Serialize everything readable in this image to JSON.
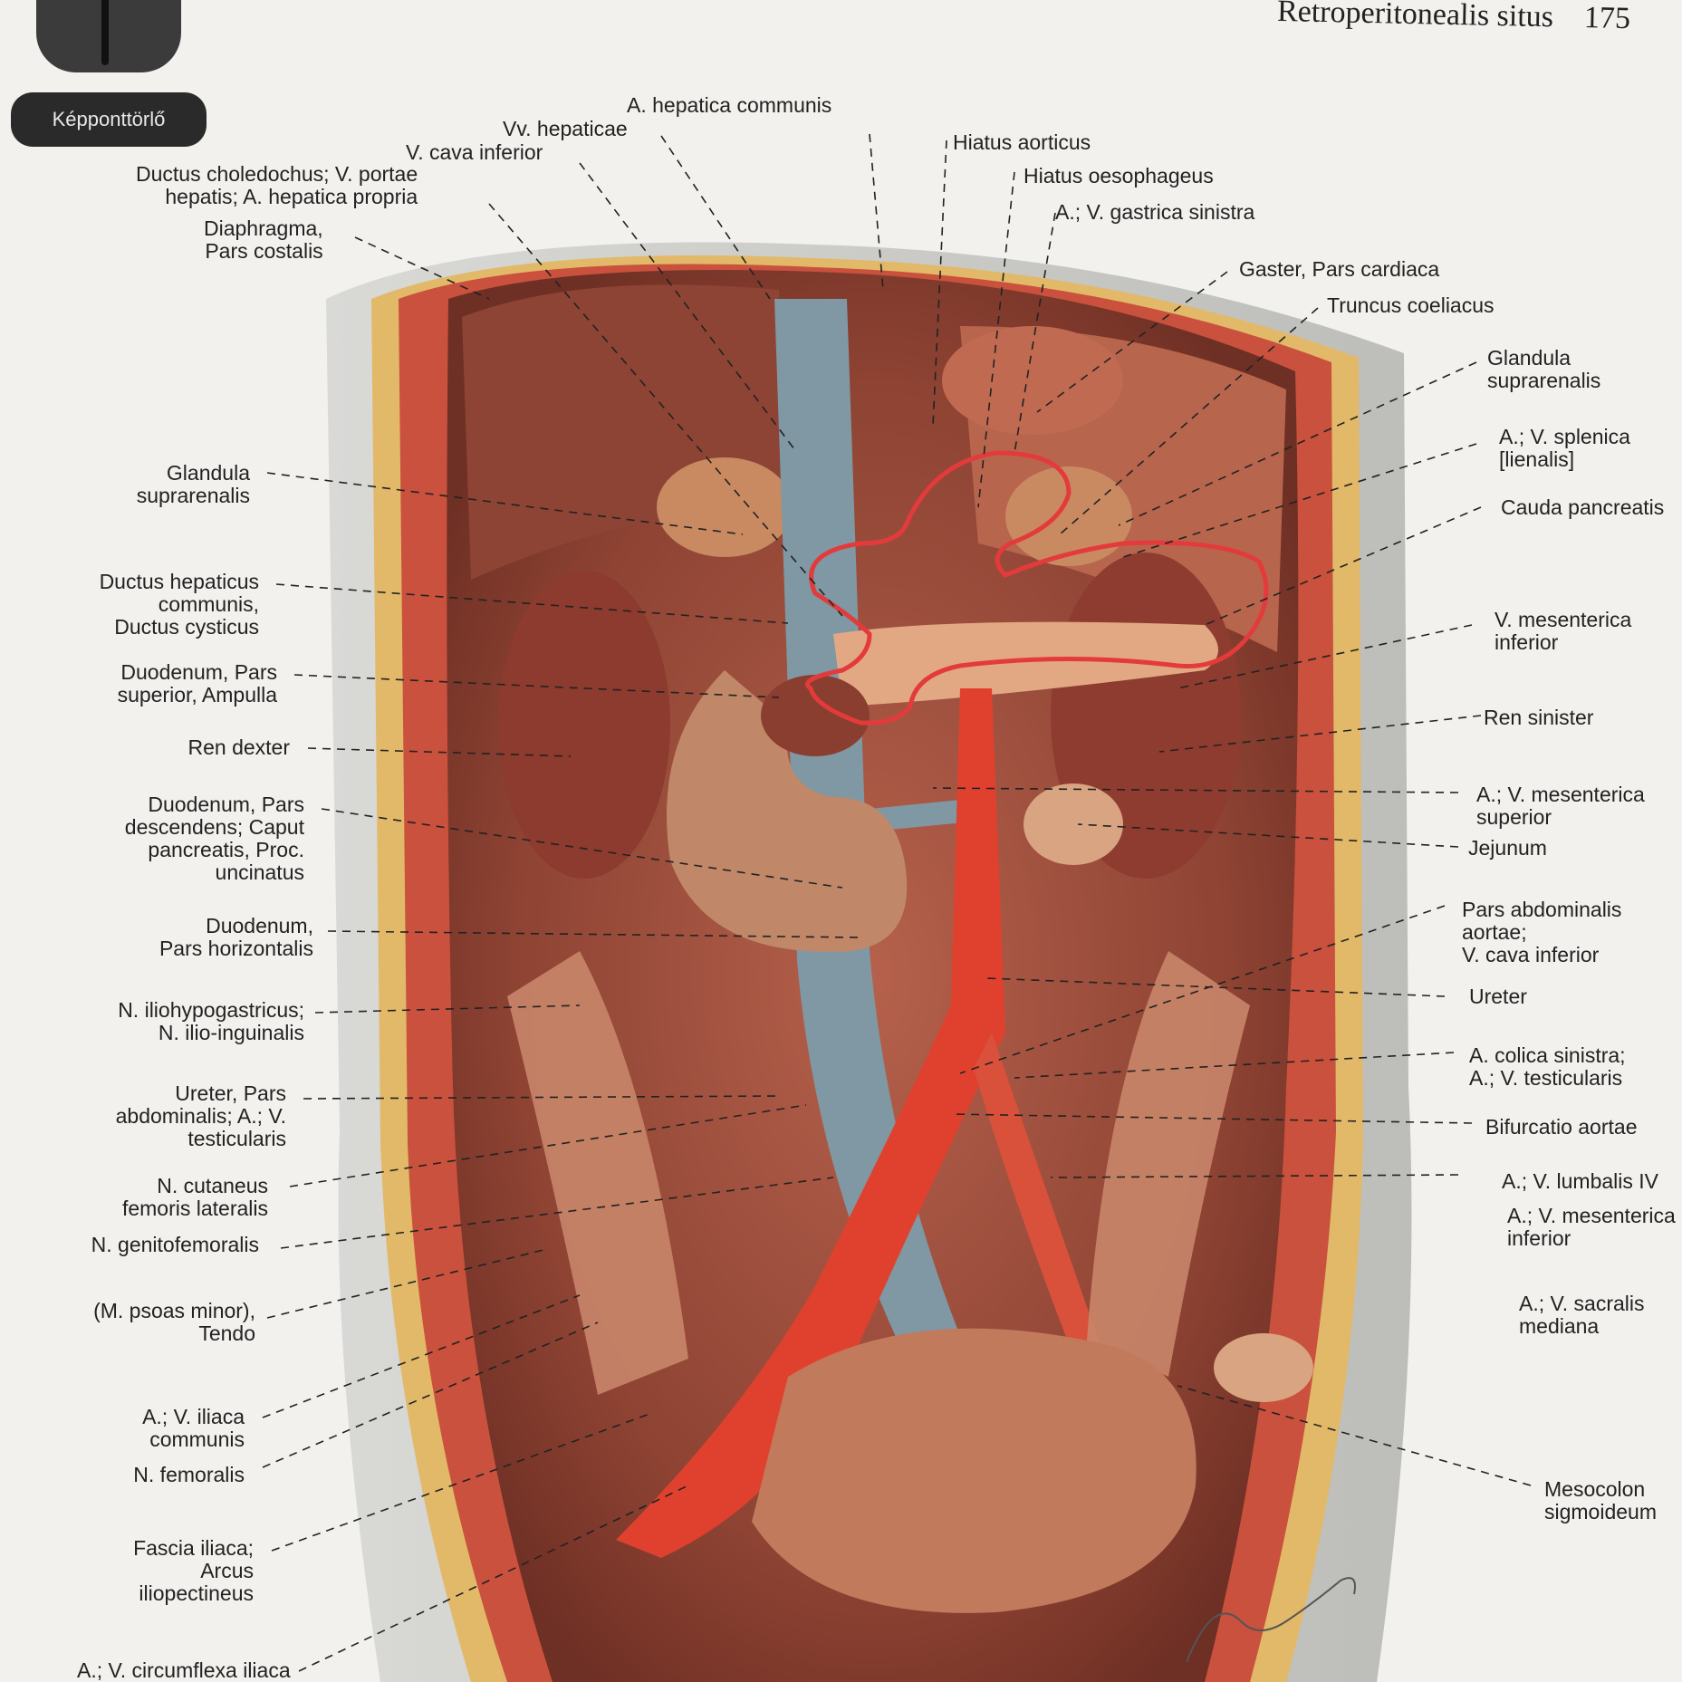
{
  "header": {
    "title": "Retroperitonealis situs",
    "page_number": "175"
  },
  "toolbar": {
    "tooltip": "Képponttörlő"
  },
  "labels": {
    "hepatica_communis": "A. hepatica communis",
    "vv_hepaticae": "Vv. hepaticae",
    "cava_inferior_top": "V. cava inferior",
    "ductus_choledochus": [
      "Ductus choledochus; V. portae",
      "hepatis; A. hepatica propria"
    ],
    "diaphragma": [
      "Diaphragma,",
      "Pars costalis"
    ],
    "hiatus_aorticus": "Hiatus aorticus",
    "hiatus_oesophageus": "Hiatus oesophageus",
    "gastrica_sinistra": "A.; V. gastrica sinistra",
    "gaster_cardiaca": "Gaster, Pars cardiaca",
    "truncus_coeliacus": "Truncus coeliacus",
    "glandula_right": [
      "Glandula",
      "suprarenalis"
    ],
    "splenica": [
      "A.; V. splenica",
      "[lienalis]"
    ],
    "cauda_pancreatis": "Cauda pancreatis",
    "glandula_left": [
      "Glandula",
      "suprarenalis"
    ],
    "ductus_hepaticus": [
      "Ductus hepaticus",
      "communis,",
      "Ductus cysticus"
    ],
    "mesenterica_inf_top": [
      "V. mesenterica",
      "inferior"
    ],
    "duodenum_superior": [
      "Duodenum, Pars",
      "superior, Ampulla"
    ],
    "ren_sinister": "Ren sinister",
    "ren_dexter": "Ren dexter",
    "mesenterica_superior": [
      "A.; V. mesenterica",
      "superior"
    ],
    "duodenum_descendens": [
      "Duodenum, Pars",
      "descendens; Caput",
      "pancreatis, Proc.",
      "uncinatus"
    ],
    "jejunum": "Jejunum",
    "pars_abdominalis": [
      "Pars abdominalis",
      "aortae;",
      "V. cava inferior"
    ],
    "duodenum_horizontalis": [
      "Duodenum,",
      "Pars horizontalis"
    ],
    "ureter": "Ureter",
    "n_iliohypogastricus": [
      "N. iliohypogastricus;",
      "N. ilio-inguinalis"
    ],
    "colica_sinistra": [
      "A. colica sinistra;",
      "A.; V. testicularis"
    ],
    "ureter_pars_abdominalis": [
      "Ureter, Pars",
      "abdominalis; A.; V.",
      "testicularis"
    ],
    "bifurcatio_aortae": "Bifurcatio aortae",
    "n_cutaneus": [
      "N. cutaneus",
      "femoris lateralis"
    ],
    "lumbalis_iv": "A.; V. lumbalis IV",
    "n_genitofemoralis": "N. genitofemoralis",
    "mesenterica_inf_bottom": [
      "A.; V. mesenterica",
      "inferior"
    ],
    "psoas_minor": [
      "(M. psoas minor),",
      "Tendo"
    ],
    "sacralis_mediana": [
      "A.; V. sacralis",
      "mediana"
    ],
    "iliaca_communis": [
      "A.; V. iliaca",
      "communis"
    ],
    "n_femoralis": "N. femoralis",
    "mesocolon_sigmoideum": [
      "Mesocolon",
      "sigmoideum"
    ],
    "fascia_iliaca": [
      "Fascia iliaca;",
      "Arcus",
      "iliopectineus"
    ],
    "circumflexa_iliaca": "A.; V. circumflexa iliaca"
  },
  "colors": {
    "page": "#f3f1ee",
    "muscle": "#b86a52",
    "organ": "#9a4a38",
    "artery": "#e0412e",
    "vein": "#7f98a3",
    "skin": "#cfcfcc",
    "fat": "#e8c47a",
    "annotation": "#e33b3b"
  }
}
